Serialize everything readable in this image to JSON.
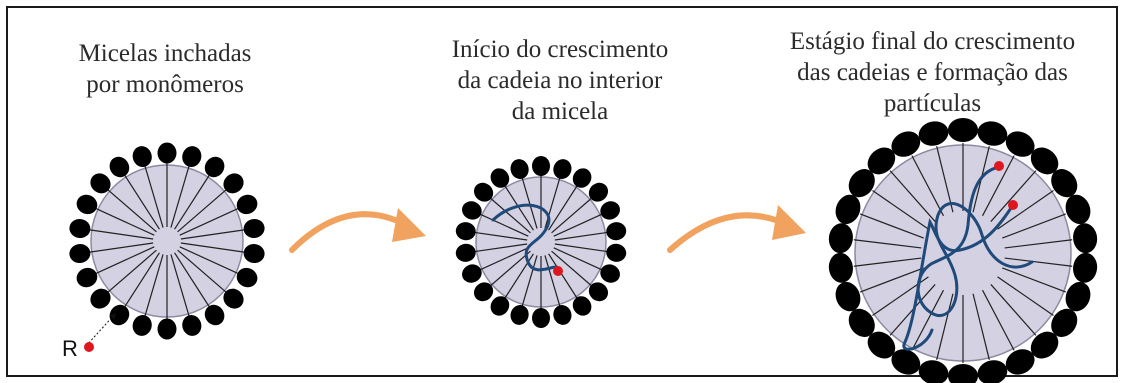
{
  "stages": [
    {
      "caption": "Micelas inchadas\npor monômeros"
    },
    {
      "caption": "Início do crescimento\nda cadeia no interior\nda micela"
    },
    {
      "caption": "Estágio final do crescimento\ndas cadeias e formação das\npartículas"
    }
  ],
  "radical_label": "R",
  "colors": {
    "micelle_fill": "#d4d1e3",
    "micelle_edge": "#8c8aa0",
    "head": "#000000",
    "tail": "#222222",
    "chain": "#1f4a7a",
    "radical": "#e0161f",
    "arrow": "#f0a25e"
  }
}
